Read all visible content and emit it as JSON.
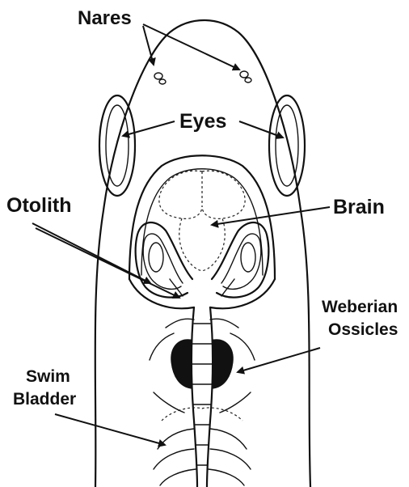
{
  "labels": {
    "nares": "Nares",
    "eyes": "Eyes",
    "otolith": "Otolith",
    "brain": "Brain",
    "weberian_line1": "Weberian",
    "weberian_line2": "Ossicles",
    "swim_line1": "Swim",
    "swim_line2": "Bladder"
  },
  "colors": {
    "ink": "#111111",
    "background": "#ffffff"
  }
}
